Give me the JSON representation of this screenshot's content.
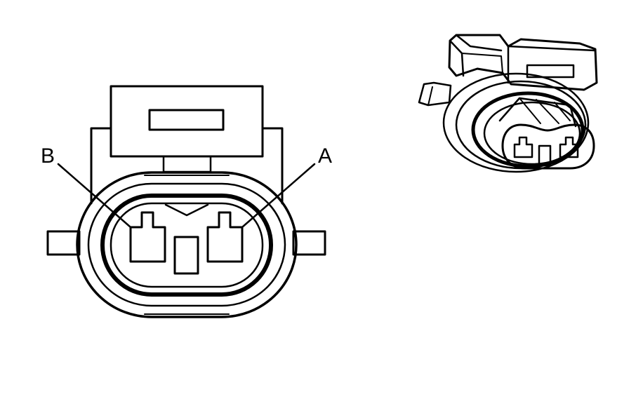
{
  "diagram": {
    "front_view": {
      "pin_labels": [
        {
          "id": "pin-a",
          "text": "A"
        },
        {
          "id": "pin-b",
          "text": "B"
        }
      ]
    },
    "perspective_view": {}
  }
}
